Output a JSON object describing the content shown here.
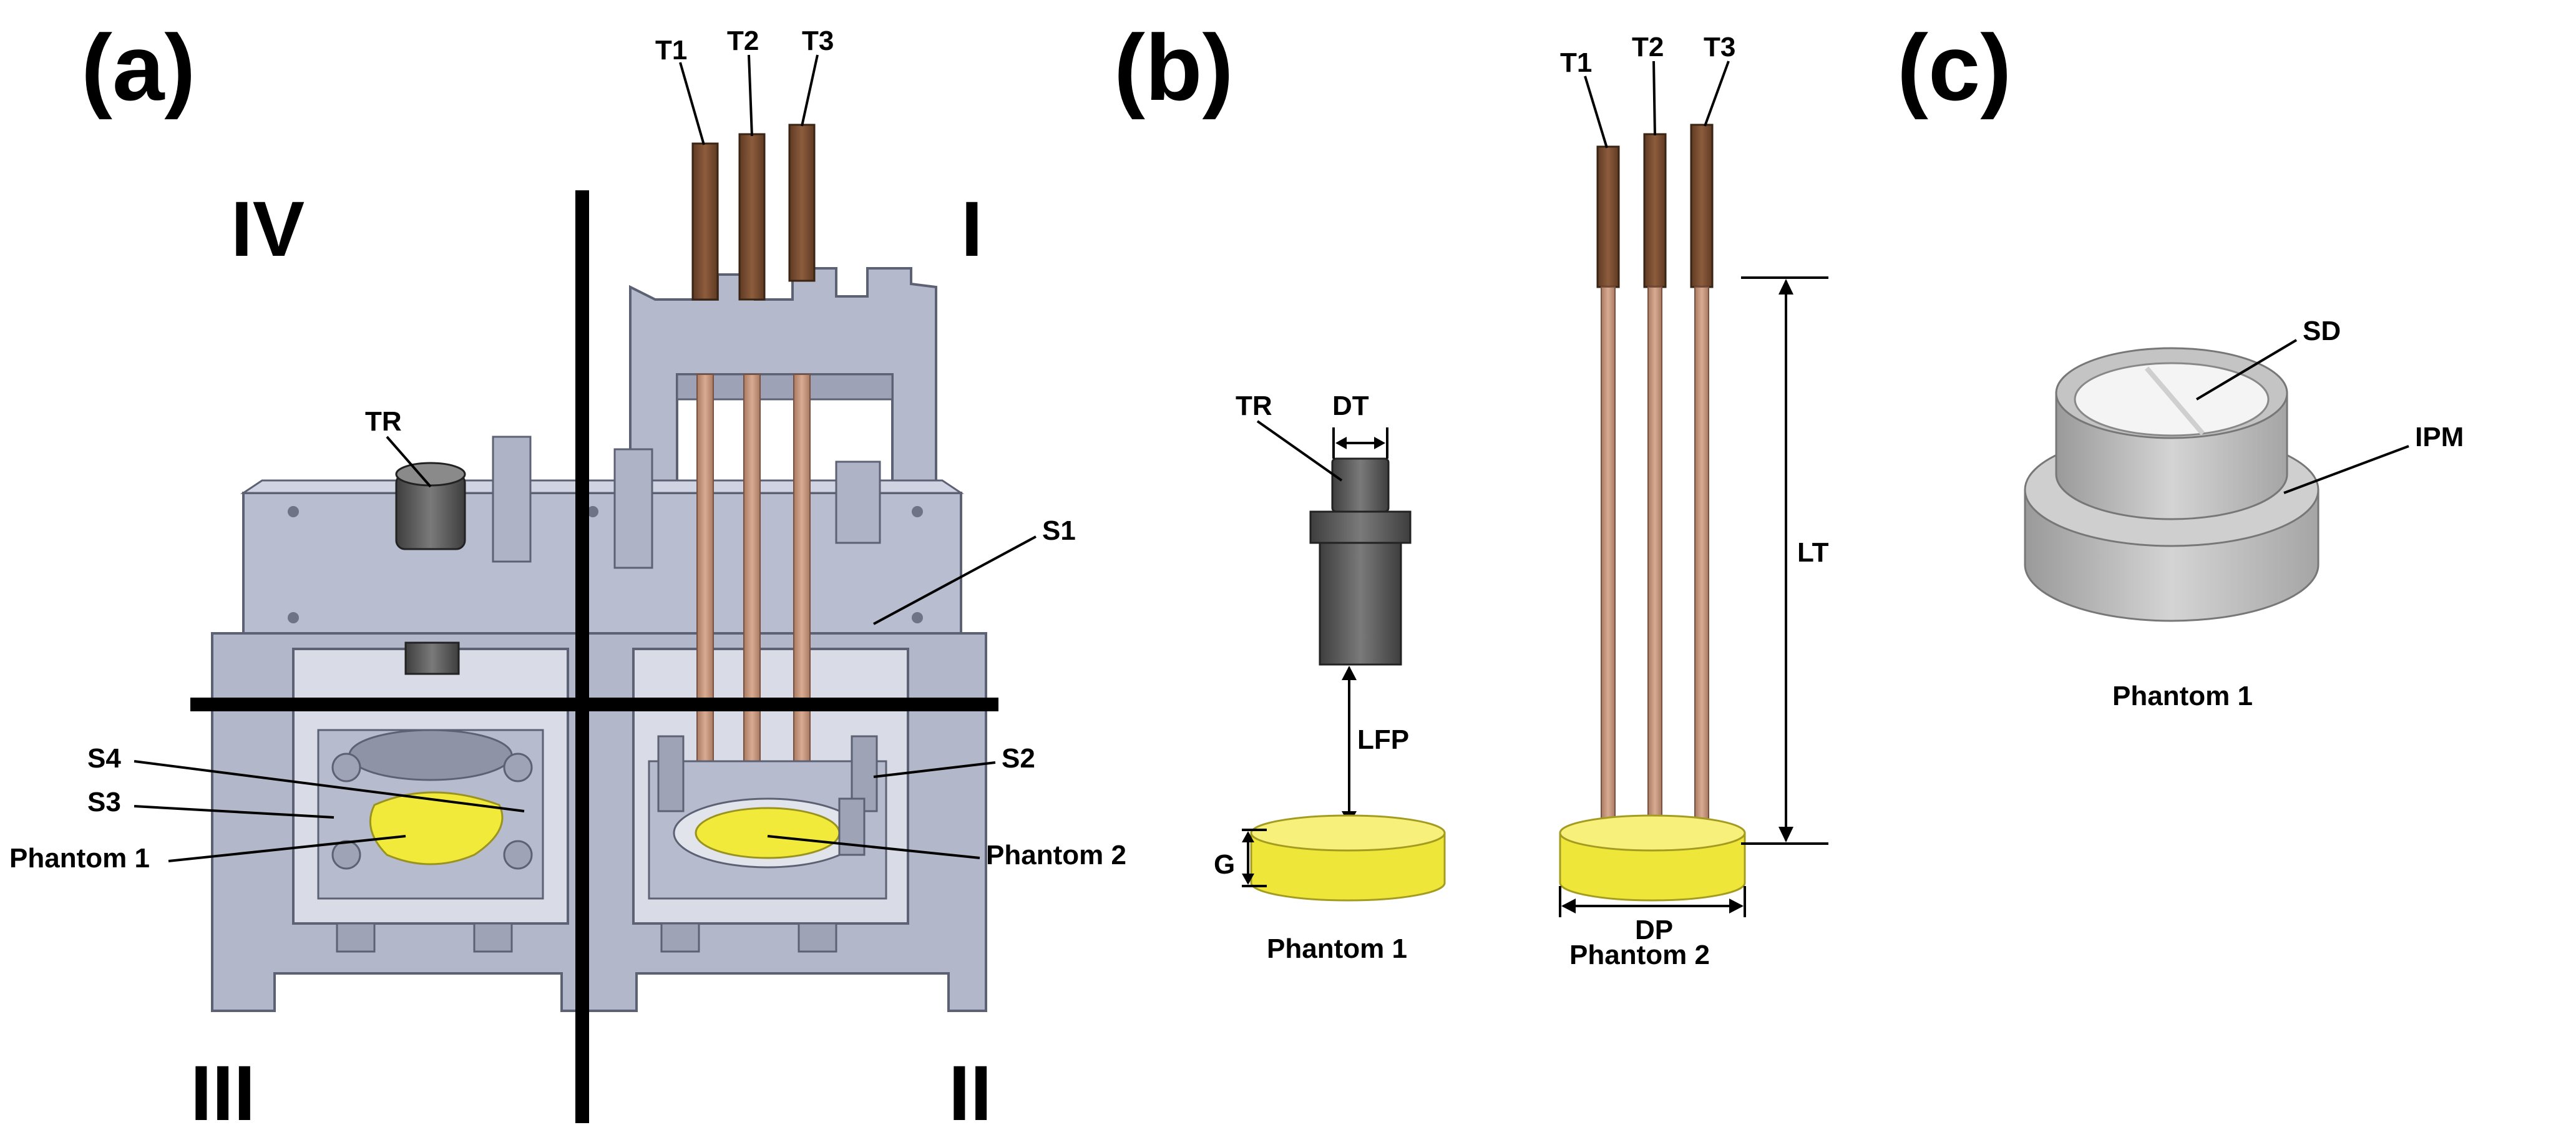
{
  "panels": {
    "a": "(a)",
    "b": "(b)",
    "c": "(c)"
  },
  "quadrants": {
    "q1": "I",
    "q2": "II",
    "q3": "III",
    "q4": "IV"
  },
  "labels_a": {
    "t1": "T1",
    "t2": "T2",
    "t3": "T3",
    "tr": "TR",
    "s1": "S1",
    "s2": "S2",
    "s3": "S3",
    "s4": "S4",
    "phantom1": "Phantom 1",
    "phantom2": "Phantom 2"
  },
  "labels_b": {
    "tr": "TR",
    "dt": "DT",
    "lfp": "LFP",
    "g": "G",
    "phantom1": "Phantom 1",
    "t1": "T1",
    "t2": "T2",
    "t3": "T3",
    "lt": "LT",
    "dp": "DP",
    "phantom2": "Phantom 2"
  },
  "labels_c": {
    "sd": "SD",
    "ipm": "IPM",
    "phantom1": "Phantom 1"
  },
  "colors": {
    "frame": "#b8bdd0",
    "frame_dark": "#8e93a8",
    "copper": "#8a5a3c",
    "copper_light": "#c9957a",
    "phantom": "#f2ea3a",
    "transducer": "#5a5a5a",
    "ring": "#bfbfbf"
  }
}
